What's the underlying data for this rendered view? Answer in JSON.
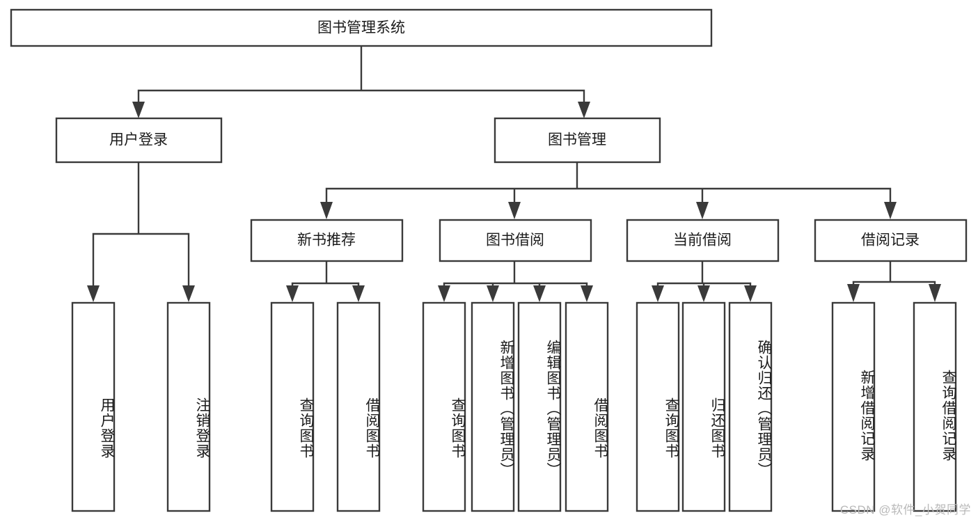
{
  "diagram": {
    "title": "图书管理系统",
    "type": "tree",
    "orientation": "top-down",
    "stroke_color": "#3a3a3a",
    "fill_color": "#ffffff",
    "text_color": "#1b1b1b",
    "nodes": {
      "root": {
        "label": "图书管理系统"
      },
      "level2": [
        {
          "id": "user-login",
          "label": "用户登录"
        },
        {
          "id": "book-manage",
          "label": "图书管理"
        }
      ],
      "level3": [
        {
          "id": "new-book-recommend",
          "label": "新书推荐",
          "parent": "book-manage"
        },
        {
          "id": "book-borrow",
          "label": "图书借阅",
          "parent": "book-manage"
        },
        {
          "id": "current-borrow",
          "label": "当前借阅",
          "parent": "book-manage"
        },
        {
          "id": "borrow-record",
          "label": "借阅记录",
          "parent": "book-manage"
        }
      ],
      "leaves": [
        {
          "id": "leaf-user-login",
          "label": "用户登录",
          "parent": "user-login"
        },
        {
          "id": "leaf-logout-login",
          "label": "注销登录",
          "parent": "user-login"
        },
        {
          "id": "leaf-query-book-1",
          "label": "查询图书",
          "parent": "new-book-recommend"
        },
        {
          "id": "leaf-borrow-book-1",
          "label": "借阅图书",
          "parent": "new-book-recommend"
        },
        {
          "id": "leaf-query-book-2",
          "label": "查询图书",
          "parent": "book-borrow"
        },
        {
          "id": "leaf-add-book",
          "label": "新增图书（管理员）",
          "parent": "book-borrow"
        },
        {
          "id": "leaf-edit-book",
          "label": "编辑图书（管理员）",
          "parent": "book-borrow"
        },
        {
          "id": "leaf-borrow-book-2",
          "label": "借阅图书",
          "parent": "book-borrow"
        },
        {
          "id": "leaf-query-book-3",
          "label": "查询图书",
          "parent": "current-borrow"
        },
        {
          "id": "leaf-return-book",
          "label": "归还图书",
          "parent": "current-borrow"
        },
        {
          "id": "leaf-confirm-return",
          "label": "确认归还（管理员）",
          "parent": "current-borrow"
        },
        {
          "id": "leaf-add-record",
          "label": "新增借阅记录",
          "parent": "borrow-record"
        },
        {
          "id": "leaf-query-record",
          "label": "查询借阅记录",
          "parent": "borrow-record"
        }
      ]
    }
  },
  "watermark": {
    "text": "CSDN @软件_小贺同学"
  }
}
